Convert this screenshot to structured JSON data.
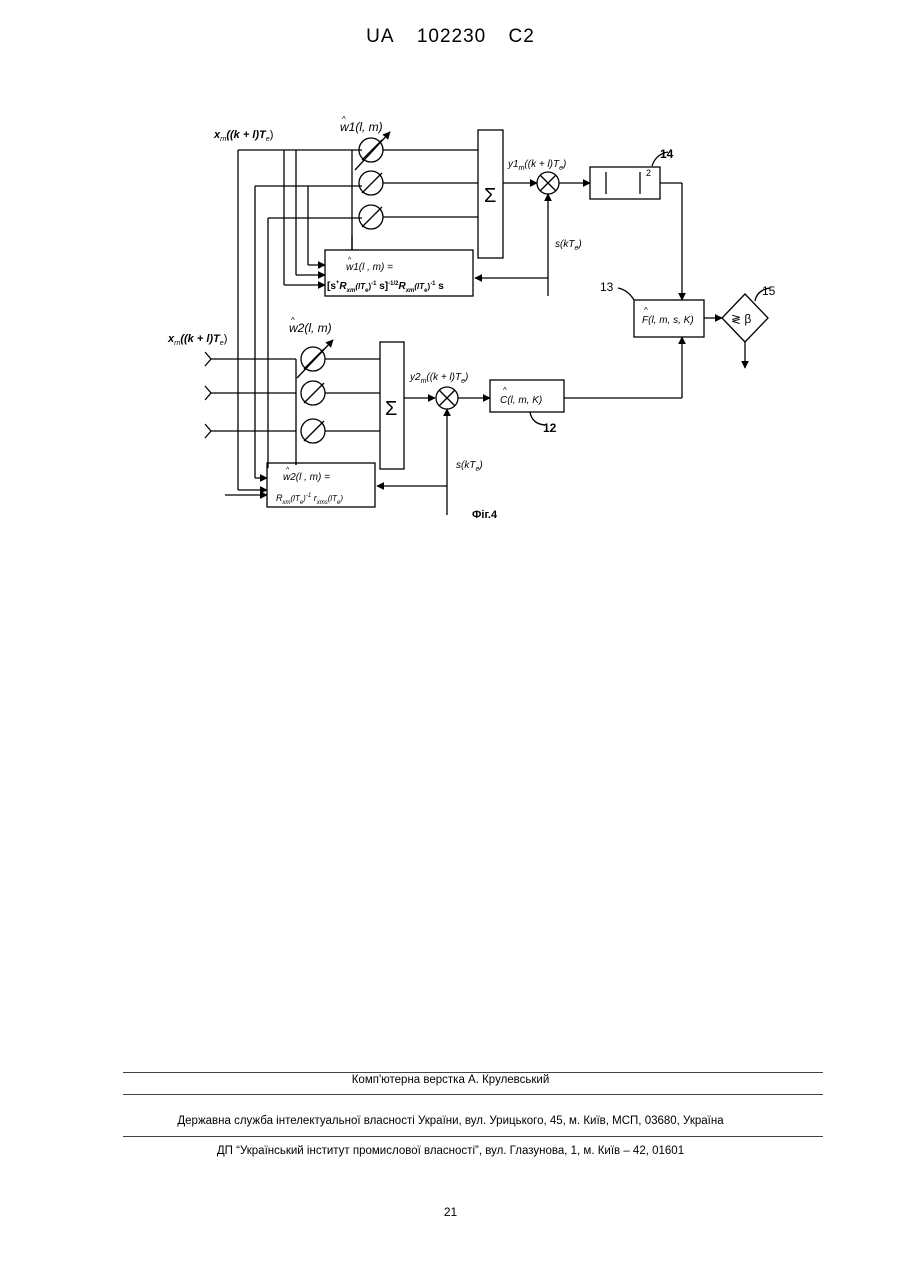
{
  "header": {
    "country": "UA",
    "number": "102230",
    "kind": "C2"
  },
  "figure": {
    "caption": "Фіг.4",
    "input_top": "x",
    "input_top_sub": "rn",
    "input_top_arg": "((k + l)T",
    "input_top_arg_sub": "e",
    "input_bottom": "x",
    "input_bottom_sub": "rn",
    "input_bottom_arg": "((k + l)T",
    "input_bottom_arg_sub": "e",
    "w1_label": "w1(l, m)",
    "w2_label": "w2(l, m)",
    "sum_symbol": "Σ",
    "y1_label": "y1",
    "y1_sub": "m",
    "y1_arg": "((k + l)T",
    "y2_label": "y2",
    "y2_sub": "m",
    "y2_arg": "((k + l)T",
    "s_label": "s(kT",
    "s_sub": "e",
    "box14_label": "|   |",
    "box14_sup": "2",
    "box14_number": "14",
    "box13_label": "F(l, m, s, K)",
    "box13_number": "13",
    "box12_label": "C(l, m, K)",
    "box12_number": "12",
    "box15_label": "≷ β",
    "box15_number": "15",
    "w1_formula_line1": "w1(l , m) =",
    "w1_formula_line2": "[s",
    "w1_formula_line2b": "R",
    "w1_formula_line2c": "(lT",
    "w1_formula_line2d": ")",
    "w1_formula_line2e": "-1",
    "w1_formula_line2f": " s]",
    "w1_formula_line2g": "-1/2",
    "w1_formula_line2h": "R",
    "w1_formula_line2i": "(lT",
    "w1_formula_line2j": ")",
    "w1_formula_line2k": "-1",
    "w1_formula_line2l": " s",
    "w1_formula_sub_xm": "xm",
    "w1_formula_sub_e": "e",
    "w2_formula_line1": "w2(l , m) =",
    "w2_formula_R": "R",
    "w2_formula_R_sub": "xm",
    "w2_formula_R_arg": "(lT",
    "w2_formula_R_arg_sub": "e",
    "w2_formula_R_exp": "-1",
    "w2_formula_r": "r",
    "w2_formula_r_sub": "xms",
    "w2_formula_r_arg": "(lT",
    "w2_formula_r_arg_sub": "e"
  },
  "footer": {
    "compositor": "Комп'ютерна верстка А. Крулевський",
    "service": "Державна служба інтелектуальної власності України, вул. Урицького, 45, м. Київ, МСП, 03680, Україна",
    "institute": "ДП “Український інститут промислової власності”, вул. Глазунова, 1, м. Київ – 42, 01601"
  },
  "page_number": "21"
}
